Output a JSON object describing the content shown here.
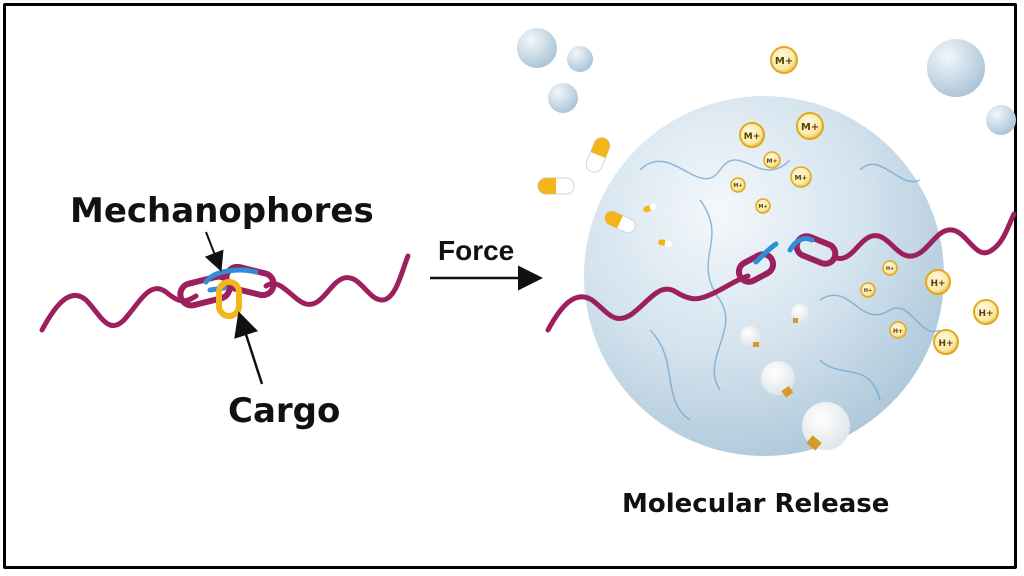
{
  "labels": {
    "mechanophores": "Mechanophores",
    "cargo": "Cargo",
    "force": "Force",
    "molecular_release": "Molecular Release"
  },
  "ions": {
    "m_plus": "M+",
    "h_plus": "H+"
  },
  "colors": {
    "polymer": "#9c1f5e",
    "mechanophore": "#2f8fd6",
    "cargo": "#f3b51b",
    "sphere": "#c9dceb",
    "frame": "#000000"
  }
}
